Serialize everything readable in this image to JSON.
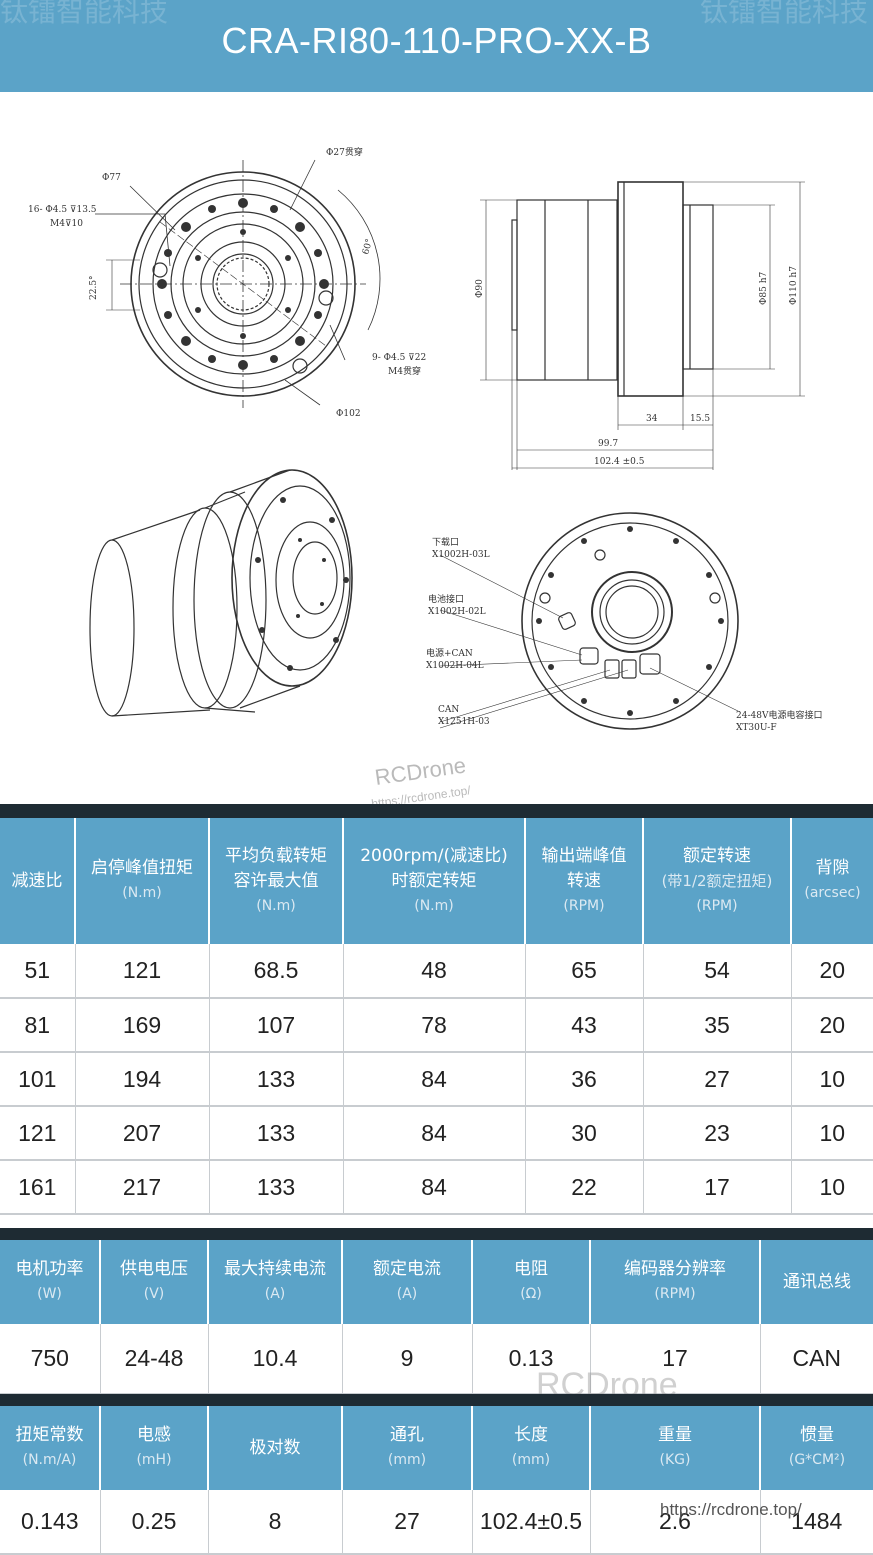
{
  "header": {
    "title": "CRA-RI80-110-PRO-XX-B",
    "watermark": "钛镭智能科技"
  },
  "drawing": {
    "front": {
      "d27": "Φ27贯穿",
      "d77": "Φ77",
      "holes16a": "16- Φ4.5 ⊽13.5",
      "holes16b": "M4⊽10",
      "angle225": "22.5°",
      "angle60": "60°",
      "holes9a": "9- Φ4.5 ⊽22",
      "holes9b": "M4贯穿",
      "d102": "Φ102"
    },
    "side": {
      "d90": "Φ90",
      "d85": "Φ85 h7",
      "d110": "Φ110 h7",
      "dim34": "34",
      "dim155": "15.5",
      "dim997": "99.7",
      "dim1024": "102.4 ±0.5"
    },
    "rear": {
      "dl1": "下载口",
      "dl2": "X1002H-03L",
      "bat1": "电池接口",
      "bat2": "X1002H-02L",
      "pwr1": "电源+CAN",
      "pwr2": "X1002H-04L",
      "can1": "CAN",
      "can2": "X1251H-03",
      "pc1": "24-48V电源电容接口",
      "pc2": "XT30U-F"
    },
    "watermark1": "RCDrone",
    "watermark2": "https://rcdrone.top/"
  },
  "table1": {
    "headers": [
      {
        "l1": "减速比",
        "l2": "",
        "u": ""
      },
      {
        "l1": "启停峰值扭矩",
        "l2": "",
        "u": "(N.m)"
      },
      {
        "l1": "平均负载转矩",
        "l2": "容许最大值",
        "u": "(N.m)"
      },
      {
        "l1": "2000rpm/(减速比)",
        "l2": "时额定转矩",
        "u": "(N.m)"
      },
      {
        "l1": "输出端峰值",
        "l2": "转速",
        "u": "(RPM)"
      },
      {
        "l1": "额定转速",
        "l2": "(带1/2额定扭矩)",
        "u": "(RPM)"
      },
      {
        "l1": "背隙",
        "l2": "(arcsec)",
        "u": ""
      }
    ],
    "rows": [
      [
        "51",
        "121",
        "68.5",
        "48",
        "65",
        "54",
        "20"
      ],
      [
        "81",
        "169",
        "107",
        "78",
        "43",
        "35",
        "20"
      ],
      [
        "101",
        "194",
        "133",
        "84",
        "36",
        "27",
        "10"
      ],
      [
        "121",
        "207",
        "133",
        "84",
        "30",
        "23",
        "10"
      ],
      [
        "161",
        "217",
        "133",
        "84",
        "22",
        "17",
        "10"
      ]
    ]
  },
  "table2": {
    "headers": [
      {
        "l1": "电机功率",
        "u": "(W)"
      },
      {
        "l1": "供电电压",
        "u": "(V)"
      },
      {
        "l1": "最大持续电流",
        "u": "(A)"
      },
      {
        "l1": "额定电流",
        "u": "(A)"
      },
      {
        "l1": "电阻",
        "u": "(Ω)"
      },
      {
        "l1": "编码器分辨率",
        "u": "(RPM)"
      },
      {
        "l1": "通讯总线",
        "u": ""
      }
    ],
    "row": [
      "750",
      "24-48",
      "10.4",
      "9",
      "0.13",
      "17",
      "CAN"
    ]
  },
  "table3": {
    "headers": [
      {
        "l1": "扭矩常数",
        "u": "(N.m/A)"
      },
      {
        "l1": "电感",
        "u": "(mH)"
      },
      {
        "l1": "极对数",
        "u": ""
      },
      {
        "l1": "通孔",
        "u": "(mm)"
      },
      {
        "l1": "长度",
        "u": "(mm)"
      },
      {
        "l1": "重量",
        "u": "(KG)"
      },
      {
        "l1": "惯量",
        "u": "(G*CM²)"
      }
    ],
    "row": [
      "0.143",
      "0.25",
      "8",
      "27",
      "102.4±0.5",
      "2.6",
      "1484"
    ]
  },
  "watermarks": {
    "table_wm": "RCDrone",
    "url": "https://rcdrone.top/"
  }
}
